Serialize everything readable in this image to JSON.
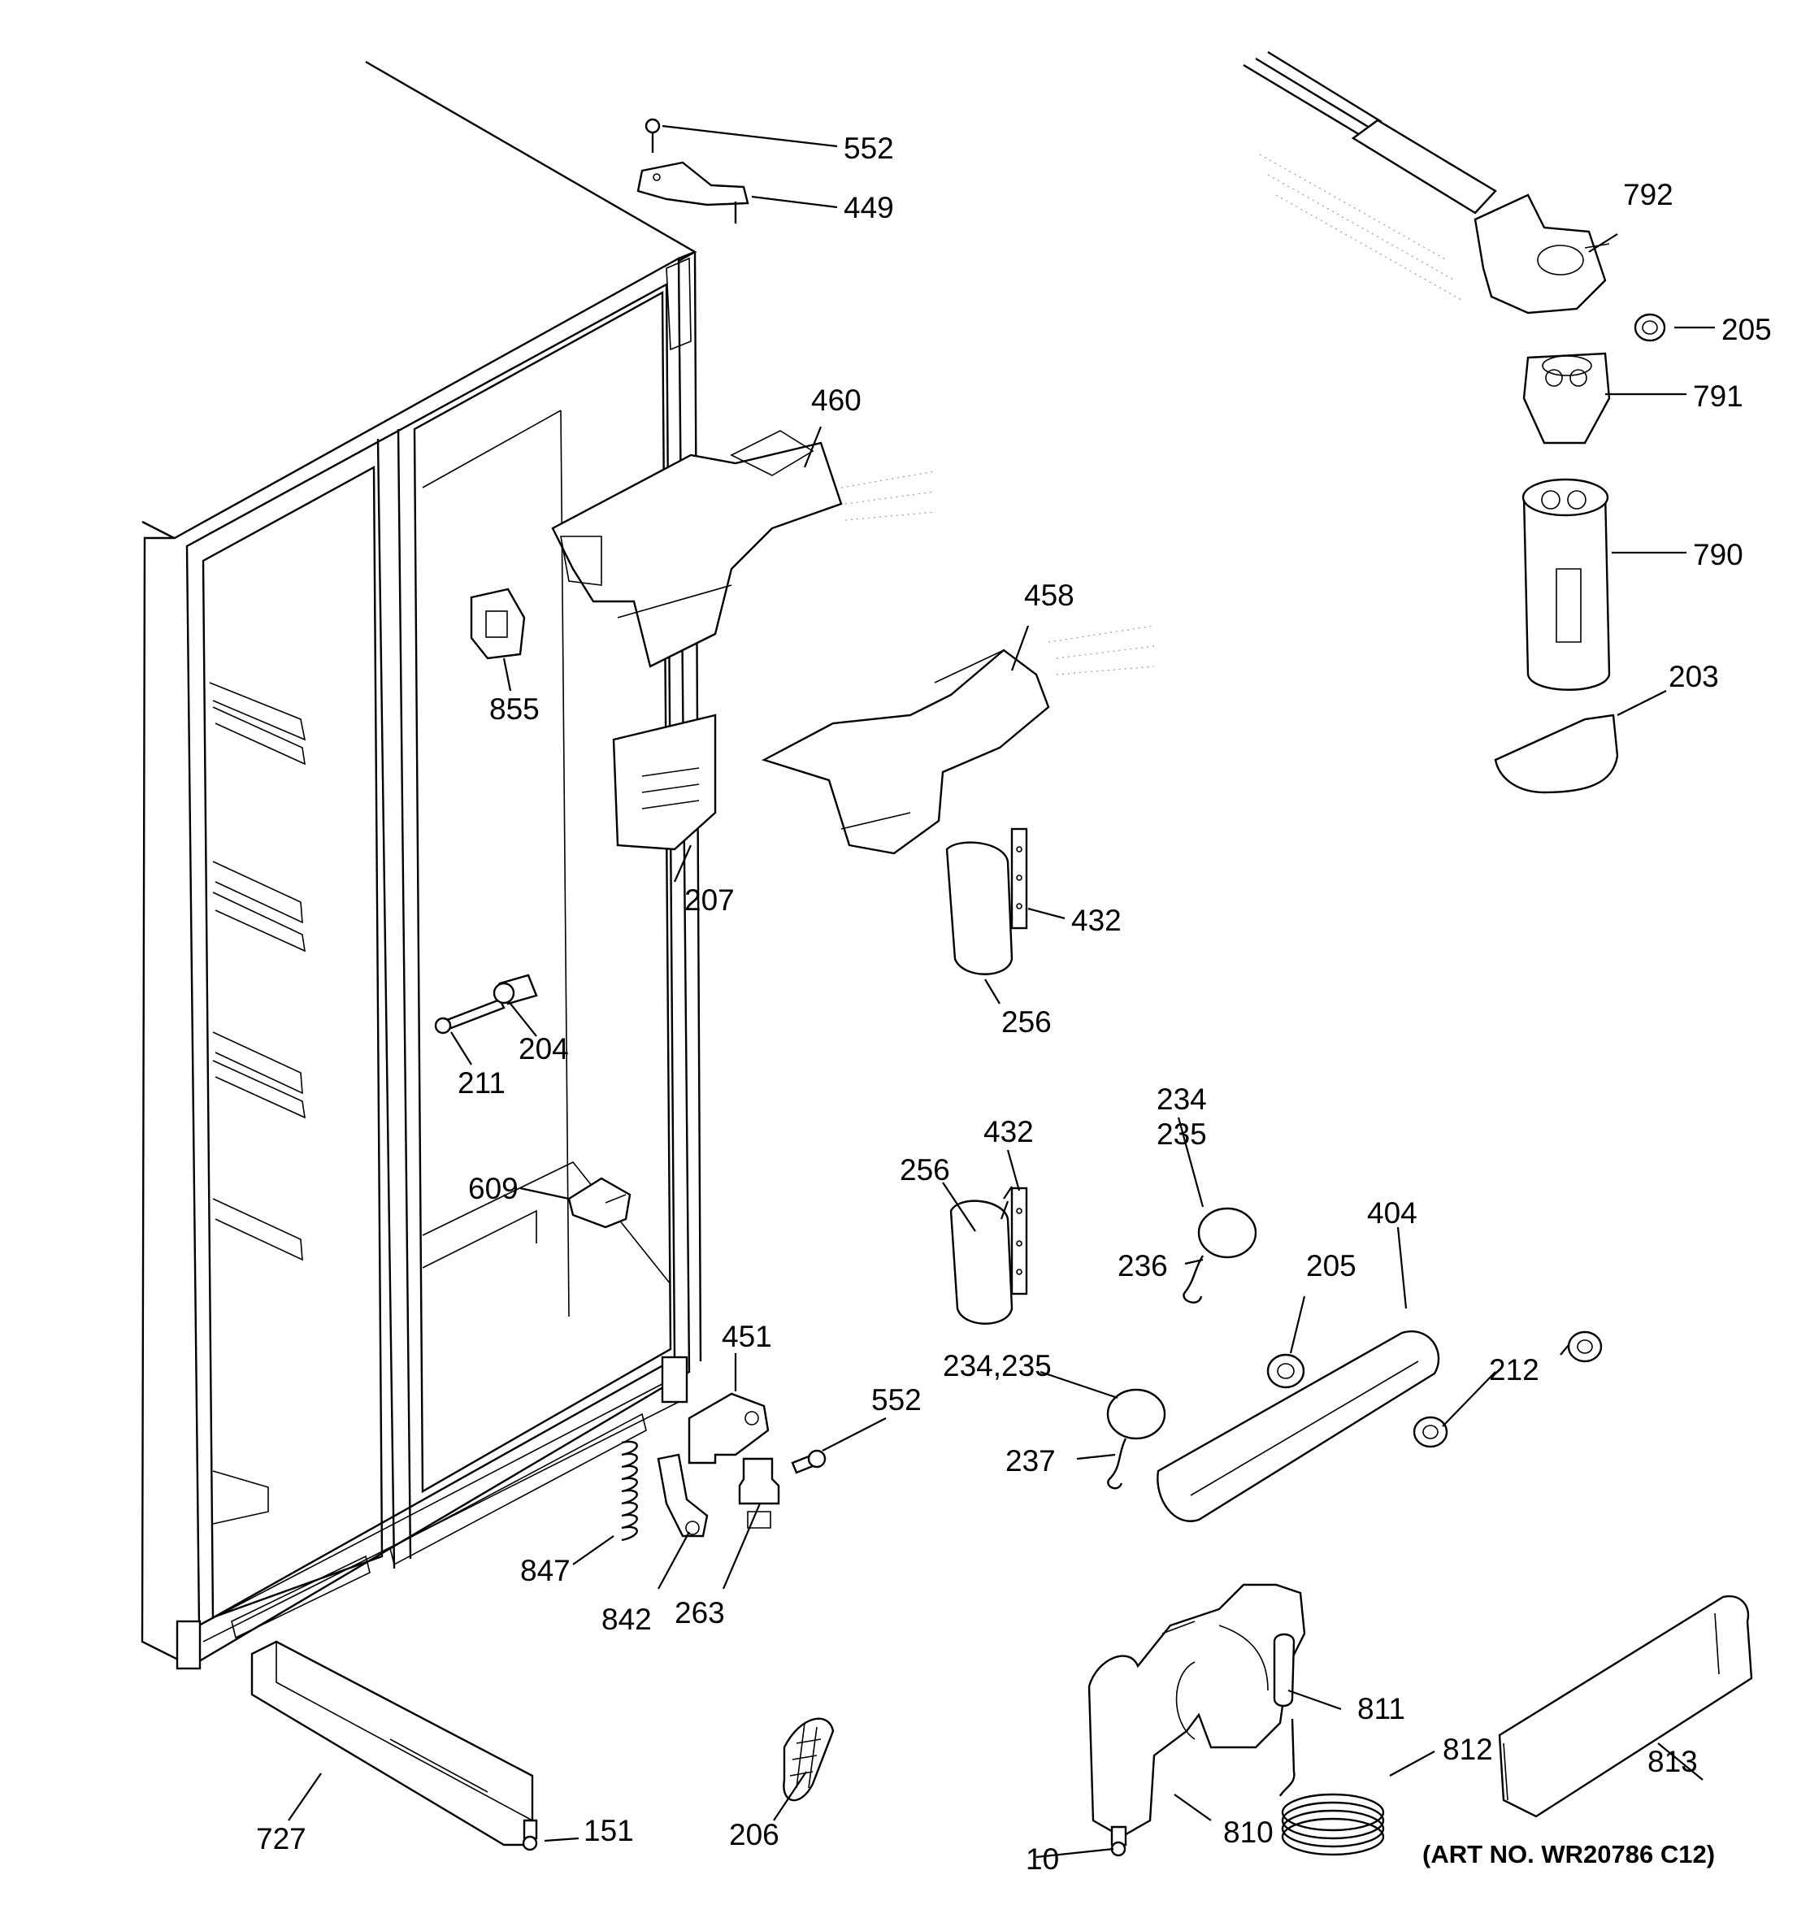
{
  "labels": {
    "p552a": "552",
    "p449": "449",
    "p460": "460",
    "p855": "855",
    "p458": "458",
    "p207": "207",
    "p432a": "432",
    "p256a": "256",
    "p204": "204",
    "p211": "211",
    "p609": "609",
    "p792": "792",
    "p205a": "205",
    "p791": "791",
    "p790": "790",
    "p203": "203",
    "p234": "234",
    "p235": "235",
    "p256b": "256",
    "p432b": "432",
    "p236": "236",
    "p205b": "205",
    "p404": "404",
    "p451": "451",
    "p552b": "552",
    "p23435": "234,235",
    "p212": "212",
    "p237": "237",
    "p847": "847",
    "p842": "842",
    "p263": "263",
    "p811": "811",
    "p812": "812",
    "p813": "813",
    "p727": "727",
    "p151": "151",
    "p206": "206",
    "p10": "10",
    "p810": "810"
  },
  "art_number": "(ART NO. WR20786 C12)"
}
